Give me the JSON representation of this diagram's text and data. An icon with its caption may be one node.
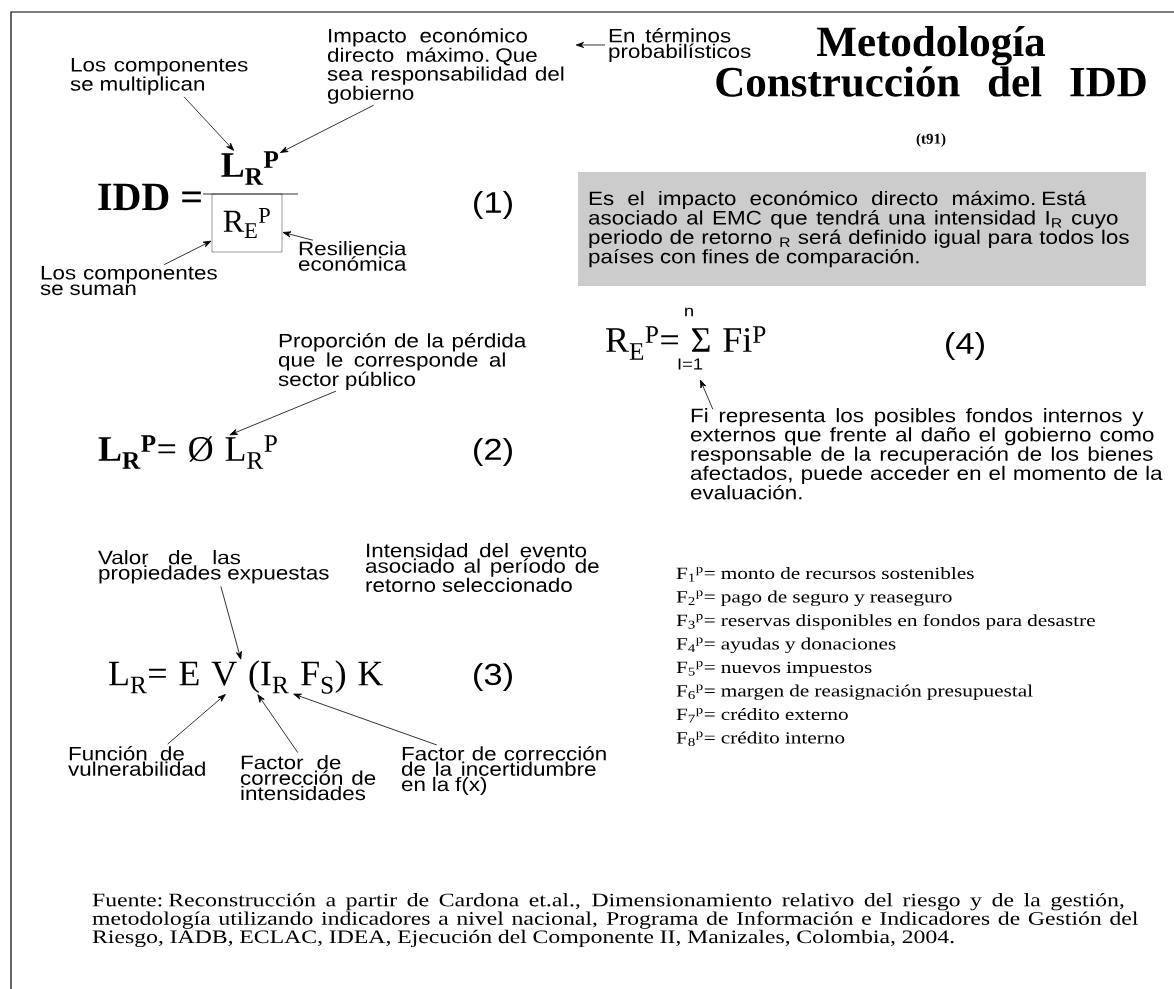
{
  "diagram": {
    "title": "Metodología Construcción del IDD",
    "caption": "Fuente: Reconstrucción a partir de Cardona et.al., Dimensionamiento relativo del riesgo y de la gestión, metodología utilizando indicadores a nivel nacional, Programa de Información e Indicadores de Gestión del Riesgo, IADB, ECLAC, IDEA, Ejecución del Componente II, Manizales, Colombia, 2004.",
    "nodes": [
      {
        "text": [
          "Impacto económico directo máximo. Que sea responsabilidad del gobierno"
        ]
      },
      {
        "text": [
          "En términos probabilísticos"
        ]
      },
      {
        "text": [
          "Los componentes se multiplican"
        ]
      },
      {
        "text": [
          "L$_{R}$$^{P}$"
        ]
      },
      {
        "text": [
          "R$_{E}$$^{P}$"
        ]
      },
      {
        "text": [
          "Los componentes se suman"
        ]
      },
      {
        "text": [
          "Resiliencia económica"
        ]
      },
      {
        "text": [
          "Es el impacto económico directo máximo. Está asociado al EMC que tendrá una intensidad I$_{R}$ cuyo periodo de retorno $_{R}$ será definido igual para todos los países con fines de comparación."
        ]
      },
      {
        "text": [
          "**L$_{R}$$^{P}$**= Ø L$_{R}$$^{P}$"
        ]
      },
      {
        "text": [
          "Proporción de la pérdida que le corresponde al sector público"
        ]
      },
      {
        "text": [
          "Valor de las propiedades expuestas"
        ]
      },
      {
        "text": [
          "L$_{R}$= E V (I$_{R}$ F$_{S}$) K"
        ]
      },
      {
        "text": [
          "Función de vulnerabilidad"
        ]
      },
      {
        "text": [
          "Factor de corrección de intensidades"
        ]
      },
      {
        "text": [
          "Factor de corrección de la incertidumbre en la f(x)"
        ]
      },
      {
        "text": [
          "R$_{E}$$^{P}$= Σ Fi$^{P}$"
        ]
      },
      {
        "text": [
          "Fi representa los posibles fondos internos y externos que frente al daño el gobierno como responsable de la recuperación de los bienes afectados, puede acceder en el momento de la evaluación."
        ]
      }
    ],
    "edges": [
      {
        "from": 1,
        "to": 0,
        "arrow": "to"
      },
      {
        "from": 2,
        "to": 3,
        "arrow": "to"
      },
      {
        "from": 0,
        "to": 3,
        "arrow": "to"
      },
      {
        "from": 5,
        "to": 4,
        "arrow": "to"
      },
      {
        "from": 6,
        "to": 4,
        "arrow": "to"
      },
      {
        "from": 9,
        "to": 8,
        "arrow": "to"
      },
      {
        "from": 10,
        "to": 11,
        "arrow": "to"
      },
      {
        "from": 12,
        "to": 11,
        "arrow": "to"
      },
      {
        "from": 13,
        "to": 11,
        "arrow": "to"
      },
      {
        "from": 14,
        "to": 11,
        "arrow": "to"
      },
      {
        "from": 16,
        "to": 15,
        "arrow": "to"
      }
    ],
    "labels": [
      "IDD =",
      "(1)",
      "(t91)",
      "n",
      "I=1",
      "(4)",
      "(2)",
      "Intensidad del evento asociado al período de retorno seleccionado",
      "(3)",
      "F$_{1}$$^{p}$= monto de recursos sostenibles",
      "F$_{2}$$^{p}$= pago de seguro y reaseguro",
      "F$_{3}$$^{p}$= reservas disponibles en fondos para desastre",
      "F$_{4}$$^{p}$= ayudas y donaciones",
      "F$_{5}$$^{p}$= nuevos impuestos",
      "F$_{6}$$^{p}$= margen de reasignación presupuestal",
      "F$_{7}$$^{p}$= crédito externo",
      "F$_{8}$$^{p}$= crédito interno"
    ]
  }
}
